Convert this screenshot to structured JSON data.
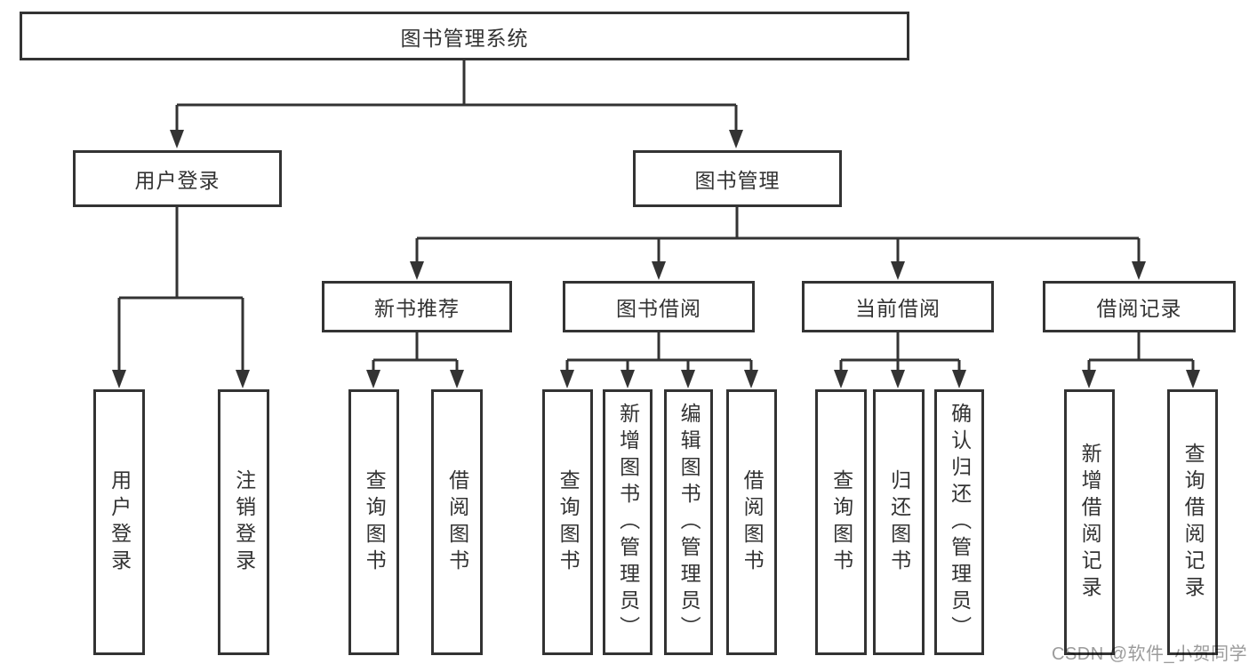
{
  "colors": {
    "line": "#333333",
    "box_border": "#333333",
    "box_background": "#ffffff",
    "text": "#333333",
    "watermark": "#9b9b9b"
  },
  "root": {
    "label": "图书管理系统"
  },
  "branches": [
    {
      "label": "用户登录",
      "children": [
        {
          "label": "用户登录"
        },
        {
          "label": "注销登录"
        }
      ]
    },
    {
      "label": "图书管理",
      "children": [
        {
          "label": "新书推荐",
          "children": [
            {
              "label": "查询图书"
            },
            {
              "label": "借阅图书"
            }
          ]
        },
        {
          "label": "图书借阅",
          "children": [
            {
              "label": "查询图书"
            },
            {
              "label": "新增图书（管理员）"
            },
            {
              "label": "编辑图书（管理员）"
            },
            {
              "label": "借阅图书"
            }
          ]
        },
        {
          "label": "当前借阅",
          "children": [
            {
              "label": "查询图书"
            },
            {
              "label": "归还图书"
            },
            {
              "label": "确认归还（管理员）"
            }
          ]
        },
        {
          "label": "借阅记录",
          "children": [
            {
              "label": "新增借阅记录"
            },
            {
              "label": "查询借阅记录"
            }
          ]
        }
      ]
    }
  ],
  "watermark": {
    "text": "CSDN @软件_小贺同学"
  }
}
